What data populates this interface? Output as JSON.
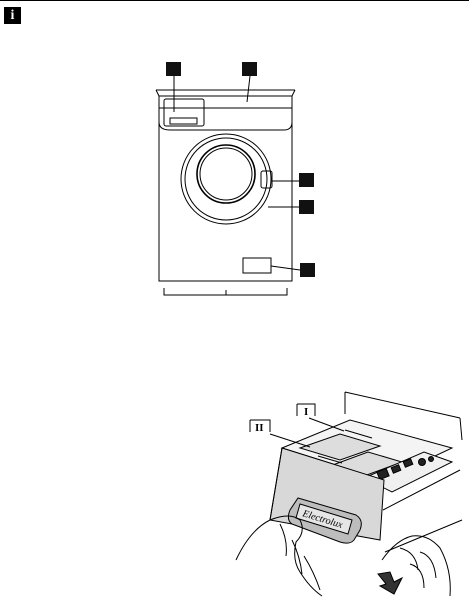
{
  "header": {
    "info_icon": "info-icon"
  },
  "figure_top": {
    "callouts": [
      "",
      "",
      "",
      "",
      ""
    ]
  },
  "figure_bottom": {
    "compartment_labels": [
      "II",
      "I"
    ],
    "brand_text": "Electrolux"
  },
  "colors": {
    "line": "#000000",
    "callout_bg": "#111111",
    "drawer_fill": "#d8d8d8",
    "drawer_shadow": "#a9a9a9"
  }
}
